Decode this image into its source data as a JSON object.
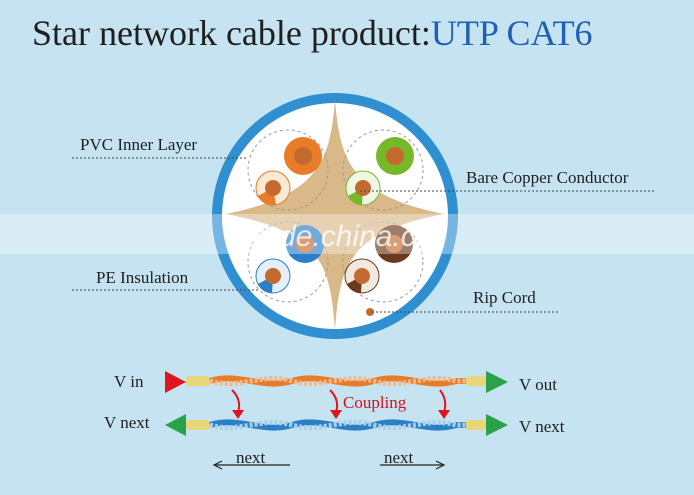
{
  "title": {
    "prefix": "Star network cable product:",
    "product": "UTP CAT6"
  },
  "labels": {
    "pvc_inner_layer": "PVC Inner Layer",
    "bare_copper_conductor": "Bare Copper Conductor",
    "pe_insulation": "PE Insulation",
    "rip_cord": "Rip Cord"
  },
  "watermark": "trade.china.cn",
  "signal": {
    "v_in": "V in",
    "v_out": "V out",
    "v_next_left": "V next",
    "v_next_right": "V next",
    "coupling": "Coupling",
    "next_left": "next",
    "next_right": "next"
  },
  "colors": {
    "background": "#c6e3f1",
    "jacket": "#2f8fd0",
    "pair_orange": "#e87c28",
    "pair_green": "#76b82a",
    "pair_blue": "#2a7fc6",
    "pair_brown": "#6a3a1c",
    "copper": "#c46a2e",
    "arrow_red": "#e0141e",
    "arrow_green": "#2aa24a",
    "coupling_text": "#d0131c"
  }
}
